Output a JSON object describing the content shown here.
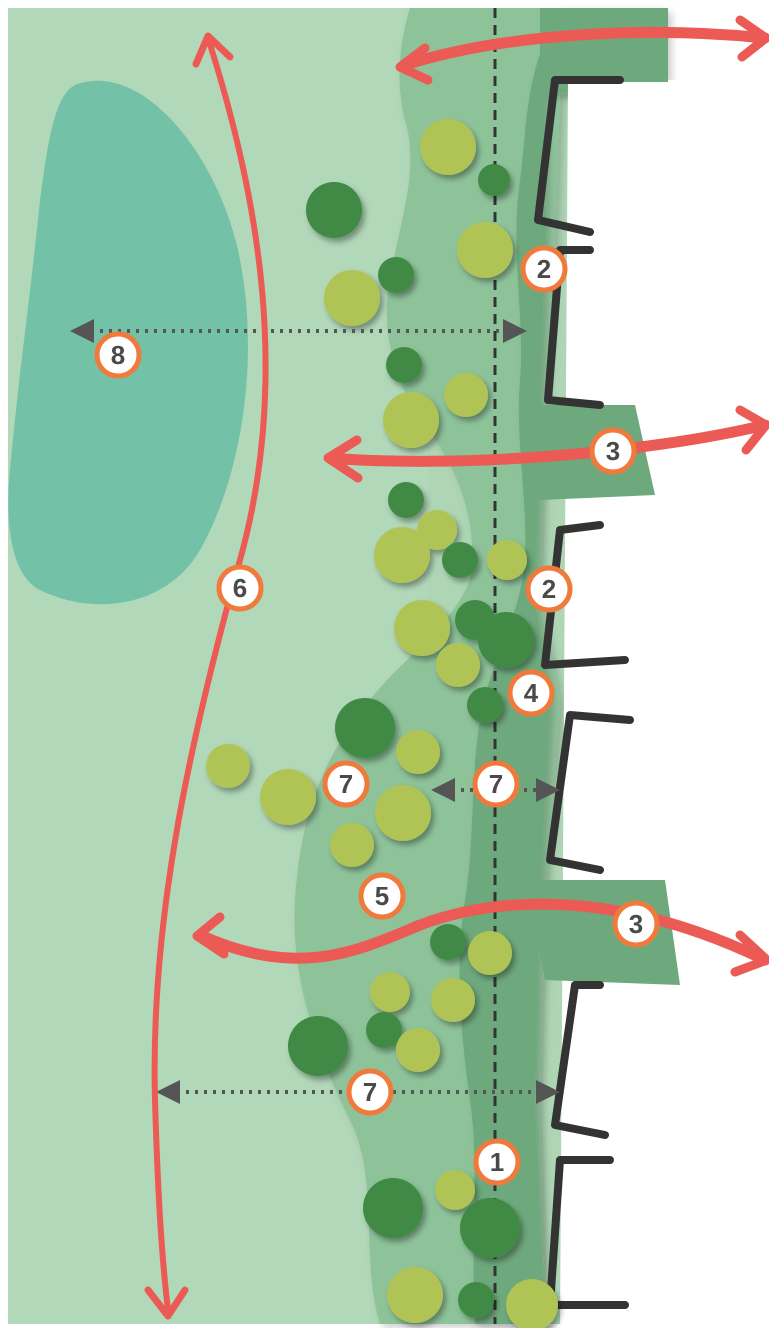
{
  "colors": {
    "park_base": "#a9d3b2",
    "park_light": "#b6dcbc",
    "pond": "#6bbfa4",
    "buffer_mid": "#8fc39a",
    "buffer_dark": "#6ea97d",
    "building_edge": "#333333",
    "arrow_red": "#ec5a55",
    "badge_ring": "#ef7a3c",
    "badge_fill": "#ffffff",
    "badge_text": "#4a4a4a",
    "tree_dark": "#3f8a45",
    "tree_light": "#a9c153",
    "dashed_line": "#333333",
    "dotted_arrow": "#555555"
  },
  "badges": [
    {
      "id": "badge-1",
      "label": "1"
    },
    {
      "id": "badge-2a",
      "label": "2"
    },
    {
      "id": "badge-2b",
      "label": "2"
    },
    {
      "id": "badge-3a",
      "label": "3"
    },
    {
      "id": "badge-3b",
      "label": "3"
    },
    {
      "id": "badge-4",
      "label": "4"
    },
    {
      "id": "badge-5",
      "label": "5"
    },
    {
      "id": "badge-6",
      "label": "6"
    },
    {
      "id": "badge-7a",
      "label": "7"
    },
    {
      "id": "badge-7b",
      "label": "7"
    },
    {
      "id": "badge-7c",
      "label": "7"
    },
    {
      "id": "badge-8",
      "label": "8"
    }
  ],
  "legend_icons": {
    "arrow": "double-headed-arrow",
    "dotted": "dotted-distance-arrow",
    "tree": "tree-canopy-icon"
  }
}
